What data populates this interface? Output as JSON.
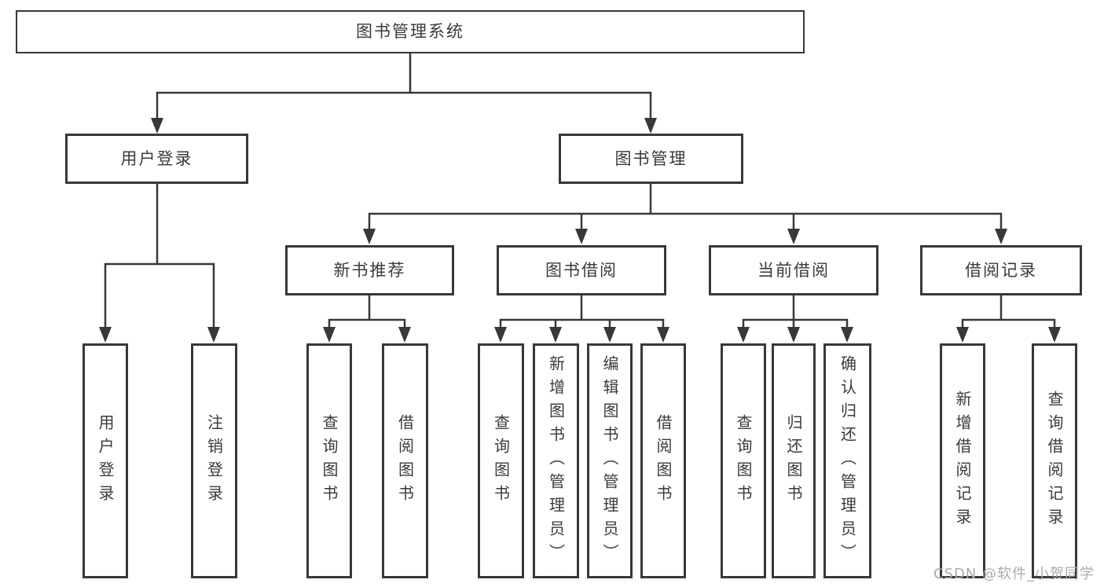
{
  "tree": {
    "root": {
      "label": "图书管理系统"
    },
    "branches": [
      {
        "label": "用户登录",
        "children": [
          {
            "label": "用户登录"
          },
          {
            "label": "注销登录"
          }
        ]
      },
      {
        "label": "图书管理",
        "children": [
          {
            "label": "新书推荐",
            "children": [
              {
                "label": "查询图书"
              },
              {
                "label": "借阅图书"
              }
            ]
          },
          {
            "label": "图书借阅",
            "children": [
              {
                "label": "查询图书"
              },
              {
                "label": "新增图书（管理员）"
              },
              {
                "label": "编辑图书（管理员）"
              },
              {
                "label": "借阅图书"
              }
            ]
          },
          {
            "label": "当前借阅",
            "children": [
              {
                "label": "查询图书"
              },
              {
                "label": "归还图书"
              },
              {
                "label": "确认归还（管理员）"
              }
            ]
          },
          {
            "label": "借阅记录",
            "children": [
              {
                "label": "新增借阅记录"
              },
              {
                "label": "查询借阅记录"
              }
            ]
          }
        ]
      }
    ]
  },
  "watermark": {
    "text": "CSDN @软件_小贺同学"
  },
  "colors": {
    "line": "#383838",
    "box_border": "#383838",
    "text": "#3a3a3a",
    "watermark": "#ababab",
    "background": "#ffffff"
  }
}
